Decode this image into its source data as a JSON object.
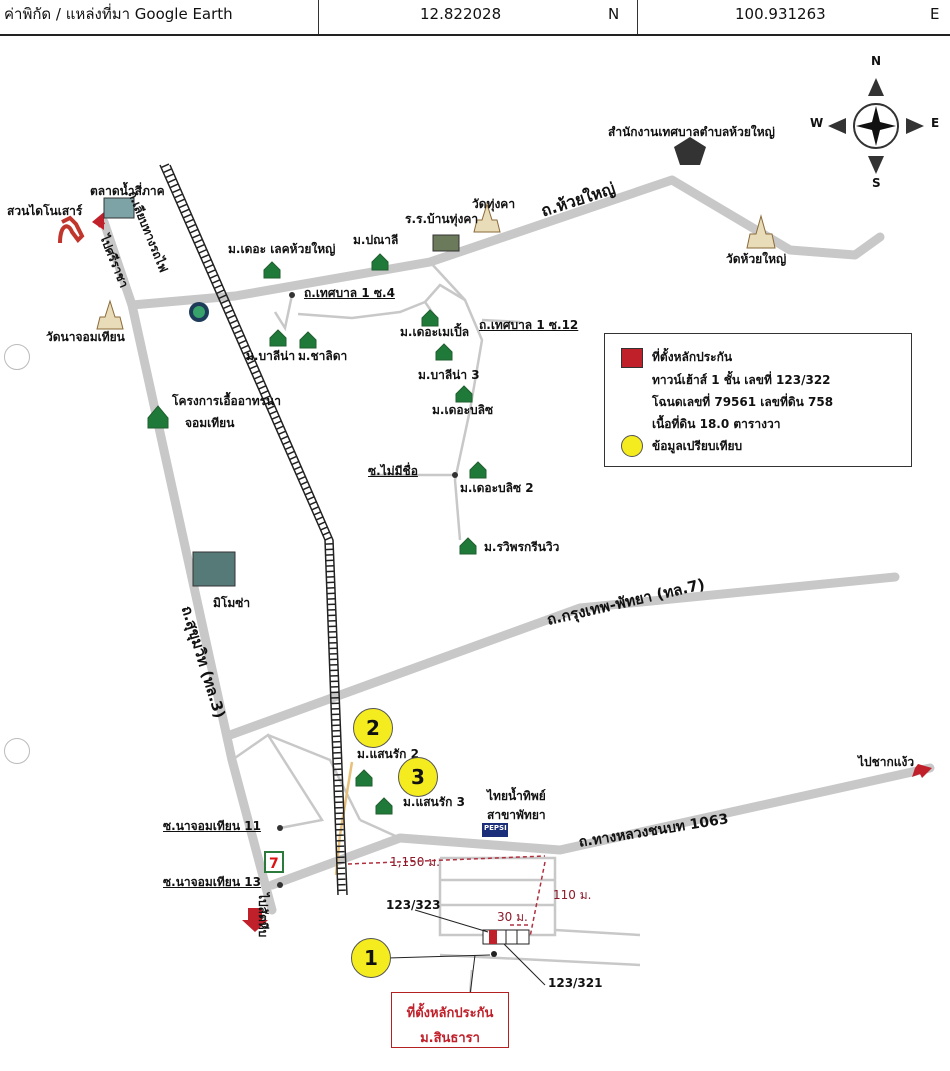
{
  "header": {
    "source_label": "ค่าพิกัด / แหล่งที่มา Google Earth",
    "lat": "12.822028",
    "lat_dir": "N",
    "lon": "100.931263",
    "lon_dir": "E"
  },
  "compass": {
    "n": "N",
    "s": "S",
    "e": "E",
    "w": "W"
  },
  "roads": {
    "huay_yai": "ถ.ห้วยใหญ่",
    "railway": "ถ.เลียบทางรถไฟ",
    "sukhumvit": "ถ.สุขุมวิท (ทล.3)",
    "bkk_pattaya": "ถ.กรุงเทพ-พัทยา (ทล.7)",
    "rural_1063": "ถ.ทางหลวงชนบท 1063",
    "thetsaban_4": "ถ.เทศบาล 1 ซ.4",
    "thetsaban_12": "ถ.เทศบาล 1 ซ.12",
    "no_name": "ซ.ไม่มีชื่อ",
    "najomtien_11": "ซ.นาจอมเทียน 11",
    "najomtien_13": "ซ.นาจอมเทียน 13",
    "to_sriracha": "ไปศรีราชา",
    "to_sattahip": "ไปสัตหีบ",
    "to_chakngao": "ไปชากแง้ว"
  },
  "places": {
    "municipal_office": "สำนักงานเทศบาลตำบลห้วยใหญ่",
    "wat_thungkha": "วัดทุ่งคา",
    "school": "ร.ร.บ้านทุ่งคา",
    "wat_huay_yai": "วัดห้วยใหญ่",
    "market": "ตลาดน้ำสี่ภาค",
    "dino_park": "สวนไดโนเสาร์",
    "wat_najomtien": "วัดนาจอมเทียน",
    "m_the_lake": "ม.เดอะ เลคห้วยใหญ่",
    "m_panali": "ม.ปณาลี",
    "m_baanlina": "ม.บาลีน่า",
    "m_chalida": "ม.ชาลิดา",
    "m_the_maple": "ม.เดอะเมเปิ้ล",
    "m_baanlina3": "ม.บาลีน่า 3",
    "m_the_bliss": "ม.เดอะบลิซ",
    "m_the_bliss2": "ม.เดอะบลิซ 2",
    "m_rawiporn": "ม.รวิพรกรีนวิว",
    "ueaarthorn_1": "โครงการเอื้ออาทรนา",
    "ueaarthorn_2": "จอมเทียน",
    "mimosa": "มิโมซ่า",
    "m_saensak2": "ม.แสนรัก 2",
    "m_saensak3": "ม.แสนรัก 3",
    "thainamthip_1": "ไทยน้ำทิพย์",
    "thainamthip_2": "สาขาพัทยา",
    "pepsi": "PEPSI"
  },
  "legend": {
    "collateral_site": "ที่ตั้งหลักประกัน",
    "line1": "ทาวน์เฮ้าส์ 1 ชั้น เลขที่ 123/322",
    "line2": "โฉนดเลขที่ 79561 เลขที่ดิน 758",
    "line3": "เนื้อที่ดิน 18.0 ตารางวา",
    "comparables": "ข้อมูลเปรียบเทียบ",
    "site_color": "#c0202a",
    "comp_color": "#f4ec1e"
  },
  "markers": {
    "m1": "1",
    "m2": "2",
    "m3": "3"
  },
  "site": {
    "unit_left": "123/323",
    "unit_right": "123/321",
    "box_line1": "ที่ตั้งหลักประกัน",
    "box_line2": "ม.สินธารา"
  },
  "distances": {
    "d1": "1,150 ม.",
    "d2": "110 ม.",
    "d3": "30 ม."
  },
  "colors": {
    "road": "#c8c8c8",
    "rail": "#222222",
    "accent": "#c0202a"
  }
}
